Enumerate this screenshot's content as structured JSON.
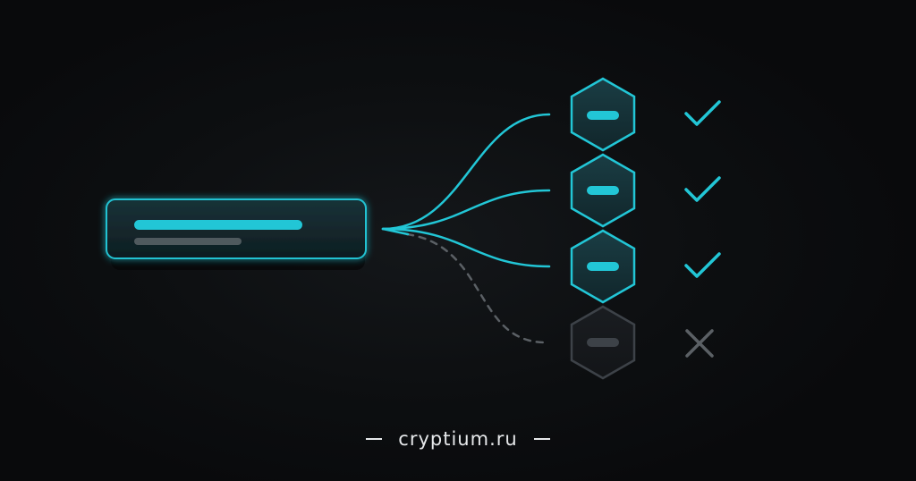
{
  "diagram": {
    "colors": {
      "accent": "#22c6d6",
      "accent_dim": "#1aa0b0",
      "inactive": "#3a3e44",
      "background": "#0d0f11"
    },
    "source": {
      "icon": "message-card"
    },
    "branches": [
      {
        "status": "success",
        "icon": "check-icon"
      },
      {
        "status": "success",
        "icon": "check-icon"
      },
      {
        "status": "success",
        "icon": "check-icon"
      },
      {
        "status": "failure",
        "icon": "cross-icon"
      }
    ]
  },
  "footer": {
    "brand": "cryptium.ru"
  }
}
